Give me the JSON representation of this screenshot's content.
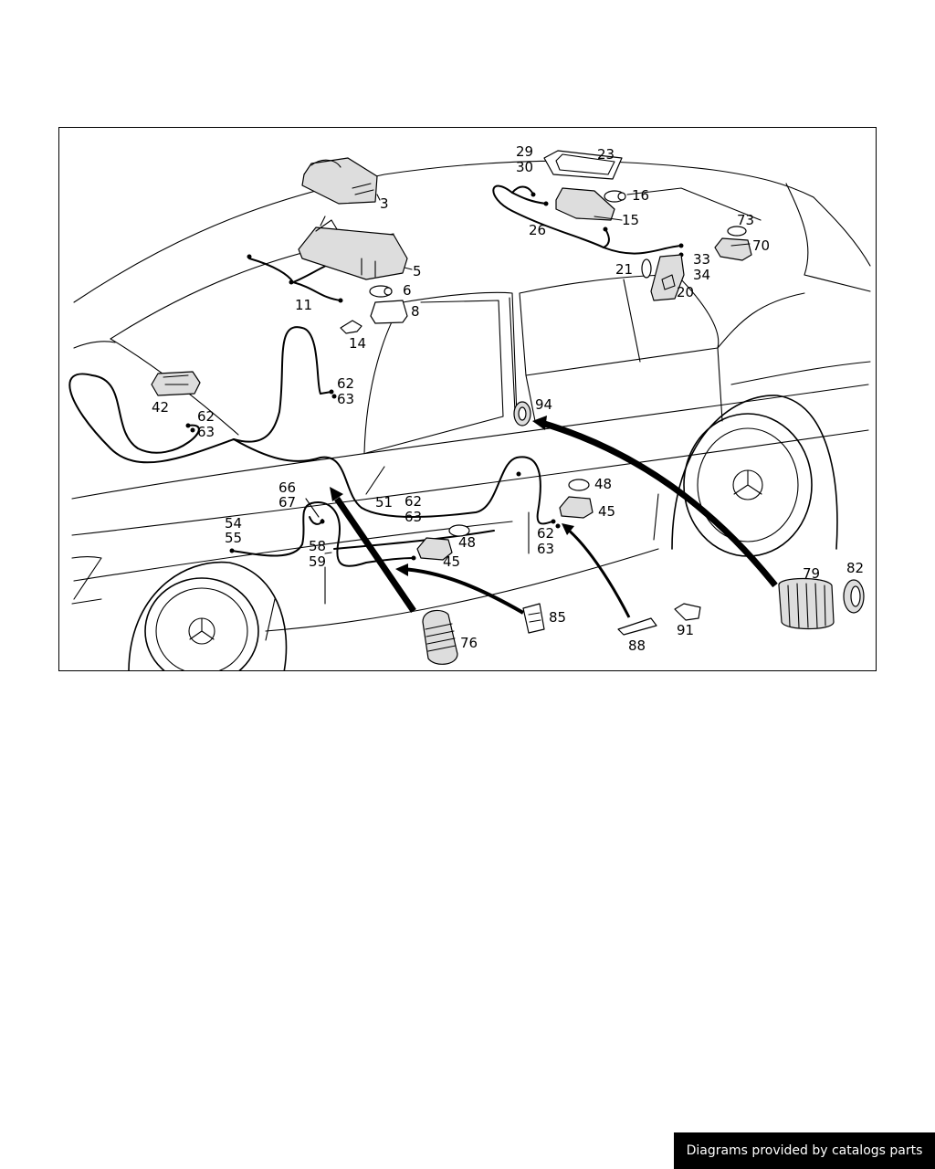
{
  "diagram": {
    "callouts": [
      "3",
      "23",
      "29",
      "30",
      "16",
      "73",
      "70",
      "5",
      "6",
      "8",
      "11",
      "14",
      "26",
      "15",
      "21",
      "33",
      "34",
      "20",
      "62",
      "63",
      "42",
      "62",
      "63",
      "94",
      "66",
      "67",
      "51",
      "62",
      "63",
      "48",
      "45",
      "54",
      "55",
      "58",
      "59",
      "48",
      "45",
      "62",
      "63",
      "79",
      "82",
      "85",
      "76",
      "88",
      "91"
    ]
  },
  "footer": {
    "credit": "Diagrams provided by catalogs parts"
  },
  "colors": {
    "background": "#ffffff",
    "ink": "#000000",
    "credit_bg": "#000000",
    "credit_text": "#ffffff"
  }
}
